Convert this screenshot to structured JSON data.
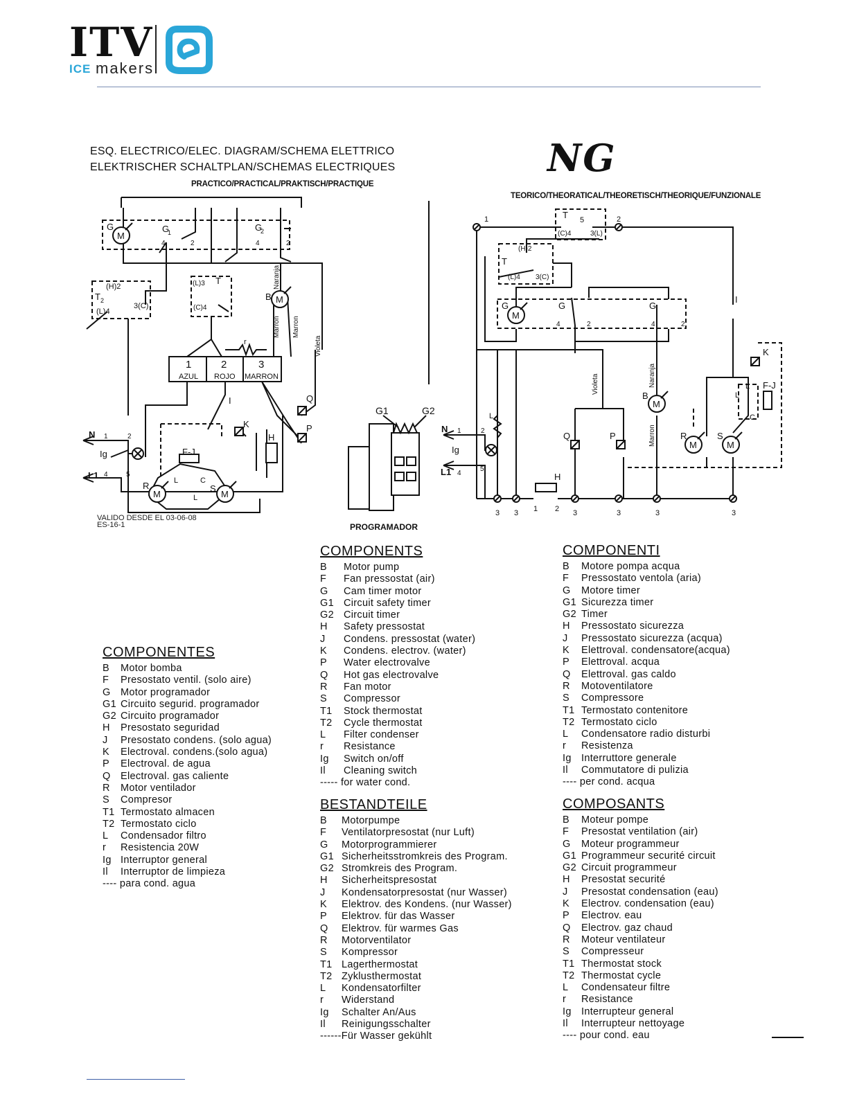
{
  "brand": {
    "name": "ITV",
    "ice": "ICE",
    "makers": "makers",
    "colors": {
      "accent": "#2aa6d8",
      "dark": "#111111",
      "rule": "#7c8fb4"
    }
  },
  "diagram": {
    "title_line1": "ESQ. ELECTRICO/ELEC. DIAGRAM/SCHEMA ELETTRICO",
    "title_line2": "ELEKTRISCHER SCHALTPLAN/SCHEMAS ELECTRIQUES",
    "model": "NG",
    "practical_label": "PRACTICO/PRACTICAL/PRAKTISCH/PRACTIQUE",
    "theoretical_label": "TEORICO/THEORATICAL/THEORETISCH/THEORIQUE/FUNZIONALE",
    "valid_from": "VALIDO DESDE EL 03-06-08",
    "doc_code": "ES-16-1",
    "programmer_label": "PROGRAMADOR",
    "terminal_labels": [
      "1",
      "2",
      "3"
    ],
    "terminal_colors": [
      "AZUL",
      "ROJO",
      "MARRON"
    ],
    "wire_labels": {
      "naranja": "Naranja",
      "marron": "Marron",
      "violeta": "Violeta"
    },
    "icons": [
      "motor-icon",
      "switch-icon",
      "lamp-icon",
      "valve-icon",
      "resistor-icon",
      "capacitor-icon",
      "timer-cam-icon"
    ]
  },
  "legends": {
    "components_en": {
      "title": "COMPONENTS",
      "items": [
        {
          "code": "B",
          "text": "Motor  pump"
        },
        {
          "code": "F",
          "text": "Fan pressostat (air)"
        },
        {
          "code": "G",
          "text": "Cam timer motor"
        },
        {
          "code": "G1",
          "text": "Circuit safety timer"
        },
        {
          "code": "G2",
          "text": "Circuit timer"
        },
        {
          "code": "H",
          "text": "Safety pressostat"
        },
        {
          "code": "J",
          "text": "Condens. pressostat (water)"
        },
        {
          "code": "K",
          "text": "Condens. electrov. (water)"
        },
        {
          "code": "P",
          "text": "Water electrovalve"
        },
        {
          "code": "Q",
          "text": "Hot gas electrovalve"
        },
        {
          "code": "R",
          "text": "Fan motor"
        },
        {
          "code": "S",
          "text": "Compressor"
        },
        {
          "code": "T1",
          "text": "Stock thermostat"
        },
        {
          "code": "T2",
          "text": "Cycle thermostat"
        },
        {
          "code": "L",
          "text": "Filter condenser"
        },
        {
          "code": "r",
          "text": "Resistance"
        },
        {
          "code": "Ig",
          "text": "Switch on/off"
        },
        {
          "code": "Il",
          "text": "Cleaning switch"
        }
      ],
      "note": "-----  for water cond."
    },
    "componenti_it": {
      "title": "COMPONENTI",
      "items": [
        {
          "code": "B",
          "text": "Motore pompa acqua"
        },
        {
          "code": "F",
          "text": "Pressostato ventola (aria)"
        },
        {
          "code": "G",
          "text": "Motore timer"
        },
        {
          "code": "G1",
          "text": "Sicurezza timer"
        },
        {
          "code": "G2",
          "text": "Timer"
        },
        {
          "code": "H",
          "text": "Pressostato sicurezza"
        },
        {
          "code": "J",
          "text": "Pressostato sicurezza (acqua)"
        },
        {
          "code": "K",
          "text": "Elettroval. condensatore(acqua)"
        },
        {
          "code": "P",
          "text": "Elettroval. acqua"
        },
        {
          "code": "Q",
          "text": "Elettroval. gas caldo"
        },
        {
          "code": "R",
          "text": "Motoventilatore"
        },
        {
          "code": "S",
          "text": "Compressore"
        },
        {
          "code": "T1",
          "text": "Termostato contenitore"
        },
        {
          "code": "T2",
          "text": "Termostato ciclo"
        },
        {
          "code": "L",
          "text": "Condensatore radio disturbi"
        },
        {
          "code": "r",
          "text": "Resistenza"
        },
        {
          "code": "Ig",
          "text": " Interruttore generale"
        },
        {
          "code": "Il",
          "text": "Commutatore di pulizia"
        }
      ],
      "note": "---- per cond. acqua"
    },
    "componentes_es": {
      "title": "COMPONENTES",
      "items": [
        {
          "code": "B",
          "text": "Motor bomba"
        },
        {
          "code": "F",
          "text": "Presostato ventil. (solo aire)"
        },
        {
          "code": "G",
          "text": "Motor programador"
        },
        {
          "code": "G1",
          "text": "Circuito segurid. programador"
        },
        {
          "code": "G2",
          "text": "Circuito programador"
        },
        {
          "code": "H",
          "text": "Presostato seguridad"
        },
        {
          "code": "J",
          "text": "Presostato condens. (solo agua)"
        },
        {
          "code": "K",
          "text": "Electroval. condens.(solo agua)"
        },
        {
          "code": "P",
          "text": "Electroval. de agua"
        },
        {
          "code": "Q",
          "text": "Electroval. gas caliente"
        },
        {
          "code": "R",
          "text": "Motor ventilador"
        },
        {
          "code": "S",
          "text": "Compresor"
        },
        {
          "code": "T1",
          "text": "Termostato almacen"
        },
        {
          "code": "T2",
          "text": "Termostato ciclo"
        },
        {
          "code": "L",
          "text": "Condensador filtro"
        },
        {
          "code": "r",
          "text": "Resistencia 20W"
        },
        {
          "code": "Ig",
          "text": "Interruptor general"
        },
        {
          "code": "Il",
          "text": "Interruptor de limpieza"
        }
      ],
      "note": "---- para cond. agua"
    },
    "bestandteile_de": {
      "title": "BESTANDTEILE",
      "items": [
        {
          "code": "B",
          "text": "Motorpumpe"
        },
        {
          "code": "F",
          "text": "Ventilatorpresostat (nur Luft)"
        },
        {
          "code": "G",
          "text": "Motorprogrammierer"
        },
        {
          "code": "G1",
          "text": "Sicherheitsstromkreis des Program."
        },
        {
          "code": "G2",
          "text": "Stromkreis des Program."
        },
        {
          "code": "H",
          "text": "Sicherheitspresostat"
        },
        {
          "code": "J",
          "text": "Kondensatorpresostat (nur Wasser)"
        },
        {
          "code": "K",
          "text": "Elektrov. des Kondens. (nur Wasser)"
        },
        {
          "code": "P",
          "text": "Elektrov. für das Wasser"
        },
        {
          "code": "Q",
          "text": "Elektrov. für warmes Gas"
        },
        {
          "code": "R",
          "text": "Motorventilator"
        },
        {
          "code": "S",
          "text": "Kompressor"
        },
        {
          "code": "T1",
          "text": "Lagerthermostat"
        },
        {
          "code": "T2",
          "text": "Zyklusthermostat"
        },
        {
          "code": "L",
          "text": "Kondensatorfilter"
        },
        {
          "code": "r",
          "text": "Widerstand"
        },
        {
          "code": "Ig",
          "text": "Schalter An/Aus"
        },
        {
          "code": "Il",
          "text": "Reinigungsschalter"
        }
      ],
      "note": "------Für Wasser gekühlt"
    },
    "composants_fr": {
      "title": "COMPOSANTS",
      "items": [
        {
          "code": "B",
          "text": "Moteur pompe"
        },
        {
          "code": "F",
          "text": "Presostat ventilation (air)"
        },
        {
          "code": "G",
          "text": "Moteur programmeur"
        },
        {
          "code": "G1",
          "text": "Programmeur securité circuit"
        },
        {
          "code": "G2",
          "text": "Circuit programmeur"
        },
        {
          "code": "H",
          "text": "Presostat securité"
        },
        {
          "code": "J",
          "text": "Presostat condensation (eau)"
        },
        {
          "code": "K",
          "text": "Electrov. condensation (eau)"
        },
        {
          "code": "P",
          "text": "Electrov. eau"
        },
        {
          "code": "Q",
          "text": "Electrov. gaz chaud"
        },
        {
          "code": "R",
          "text": "Moteur ventilateur"
        },
        {
          "code": "S",
          "text": "Compresseur"
        },
        {
          "code": "T1",
          "text": "Thermostat stock"
        },
        {
          "code": "T2",
          "text": "Thermostat cycle"
        },
        {
          "code": "L",
          "text": "Condensateur filtre"
        },
        {
          "code": "r",
          "text": "Resistance"
        },
        {
          "code": "Ig",
          "text": " Interrupteur general"
        },
        {
          "code": "Il",
          "text": "Interrupteur nettoyage"
        }
      ],
      "note": "---- pour cond. eau"
    }
  }
}
